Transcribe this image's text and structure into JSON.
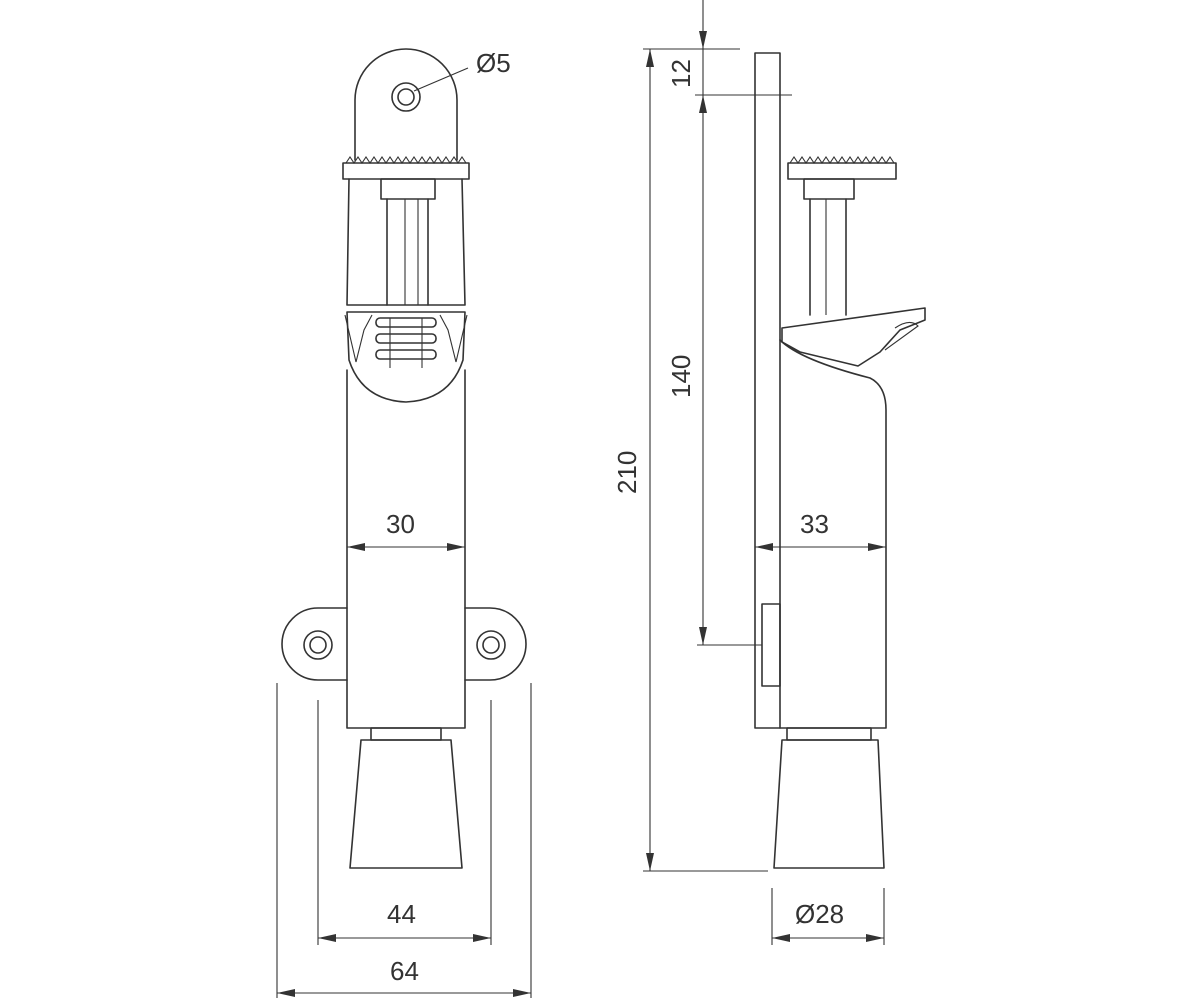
{
  "dimensions": {
    "hole_diameter": "Ø5",
    "body_width": "30",
    "hole_spacing": "44",
    "base_width": "64",
    "total_height": "210",
    "top_offset": "12",
    "mount_height": "140",
    "side_depth": "33",
    "foot_diameter": "Ø28"
  }
}
